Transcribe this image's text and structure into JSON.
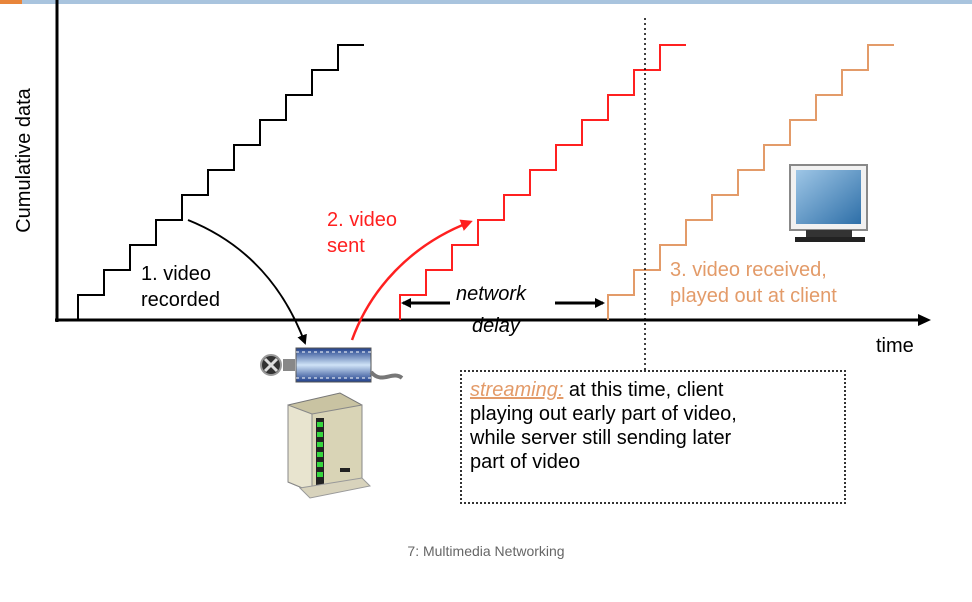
{
  "axis": {
    "y_label": "Cumulative data",
    "x_label": "time"
  },
  "steps": {
    "recorded": {
      "label_line1": "1.  video",
      "label_line2": "recorded",
      "color": "#000000"
    },
    "sent": {
      "label_line1": "2. video",
      "label_line2": "sent",
      "color": "#FF2020"
    },
    "received": {
      "label_line1": "3. video received,",
      "label_line2": "played out at client",
      "color": "#E39B69"
    }
  },
  "network_delay": {
    "line1": "network",
    "line2": "delay"
  },
  "callout": {
    "keyword": "streaming:",
    "text_after_keyword": " at this time, client",
    "line2": "playing out early part of video,",
    "line3": "while server still sending later",
    "line4": "part of video"
  },
  "icons": {
    "server": "server-icon",
    "film": "film-reel-icon",
    "monitor": "monitor-icon"
  },
  "footer": "7: Multimedia Networking"
}
